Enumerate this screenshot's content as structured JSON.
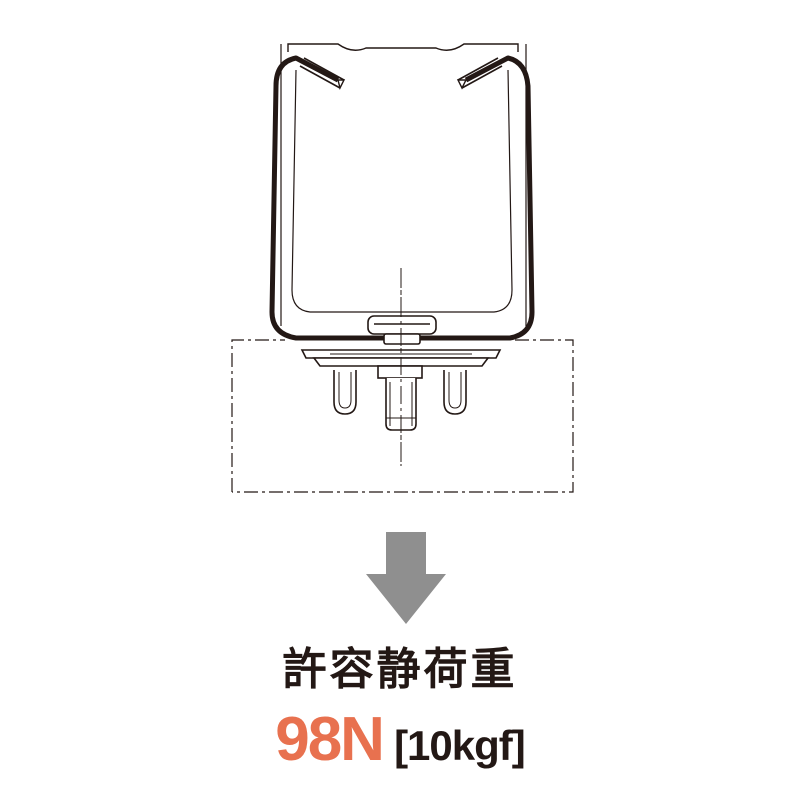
{
  "diagram": {
    "arrow_color": "#8f8f8f",
    "line_color": "#231815",
    "icon": "down-arrow-icon"
  },
  "load": {
    "title": "許容静荷重",
    "value": "98N",
    "value_color": "#e8714f",
    "alt_value": "[10kgf]"
  }
}
